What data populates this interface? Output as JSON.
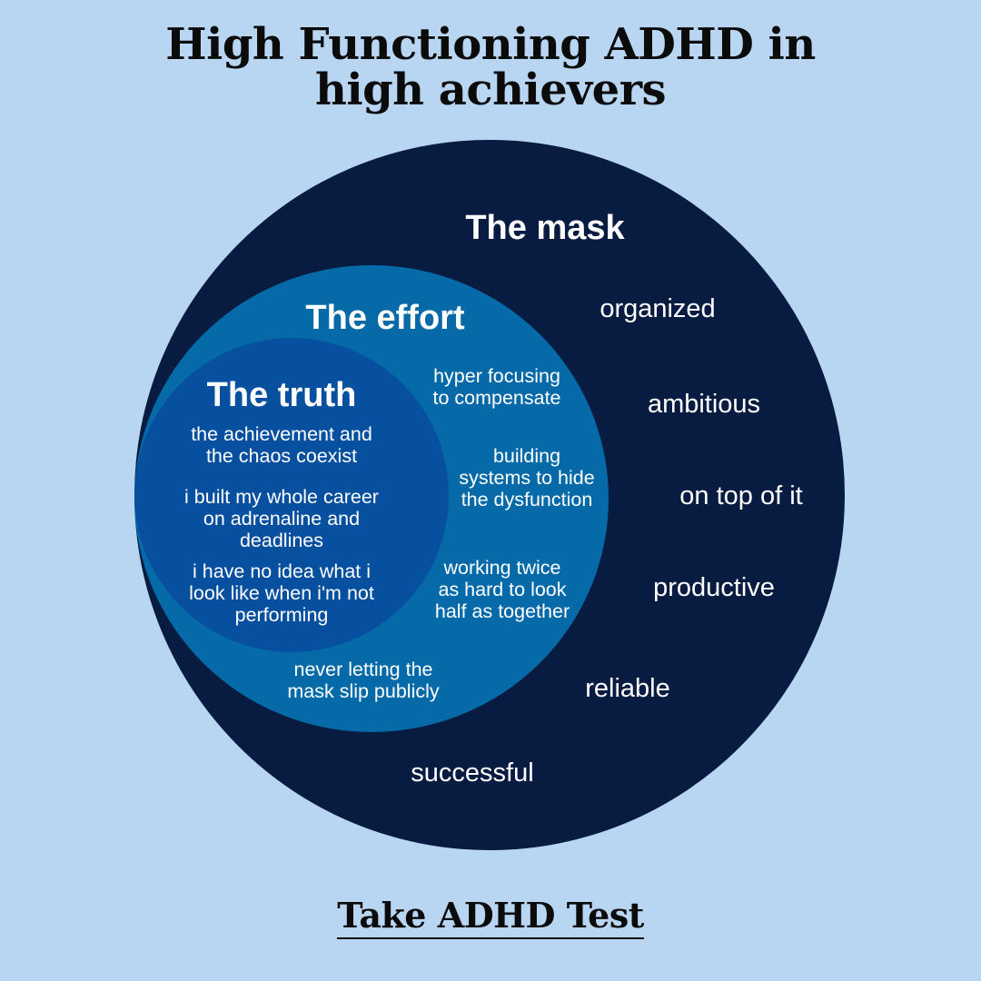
{
  "title": {
    "line1": "High Functioning ADHD in",
    "line2": "high achievers"
  },
  "colors": {
    "background": "#b8d6f2",
    "mask": "#081c41",
    "effort": "#066aa8",
    "truth": "#0750a0",
    "text_light": "#ffffff",
    "text_dark": "#0b0b0b"
  },
  "mask": {
    "heading": "The mask",
    "items": [
      "organized",
      "ambitious",
      "on top of it",
      "productive",
      "reliable",
      "successful"
    ]
  },
  "effort": {
    "heading": "The effort",
    "items": [
      "hyper focusing\nto compensate",
      "building\nsystems to hide\nthe dysfunction",
      "working twice\nas hard to look\nhalf as together",
      "never letting the\nmask slip publicly"
    ]
  },
  "truth": {
    "heading": "The truth",
    "items": [
      "the achievement and\nthe chaos coexist",
      "i built my whole career\non adrenaline and\ndeadlines",
      "i have no idea what i\nlook like when i'm not\nperforming"
    ]
  },
  "cta": {
    "label": "Take ADHD Test"
  }
}
